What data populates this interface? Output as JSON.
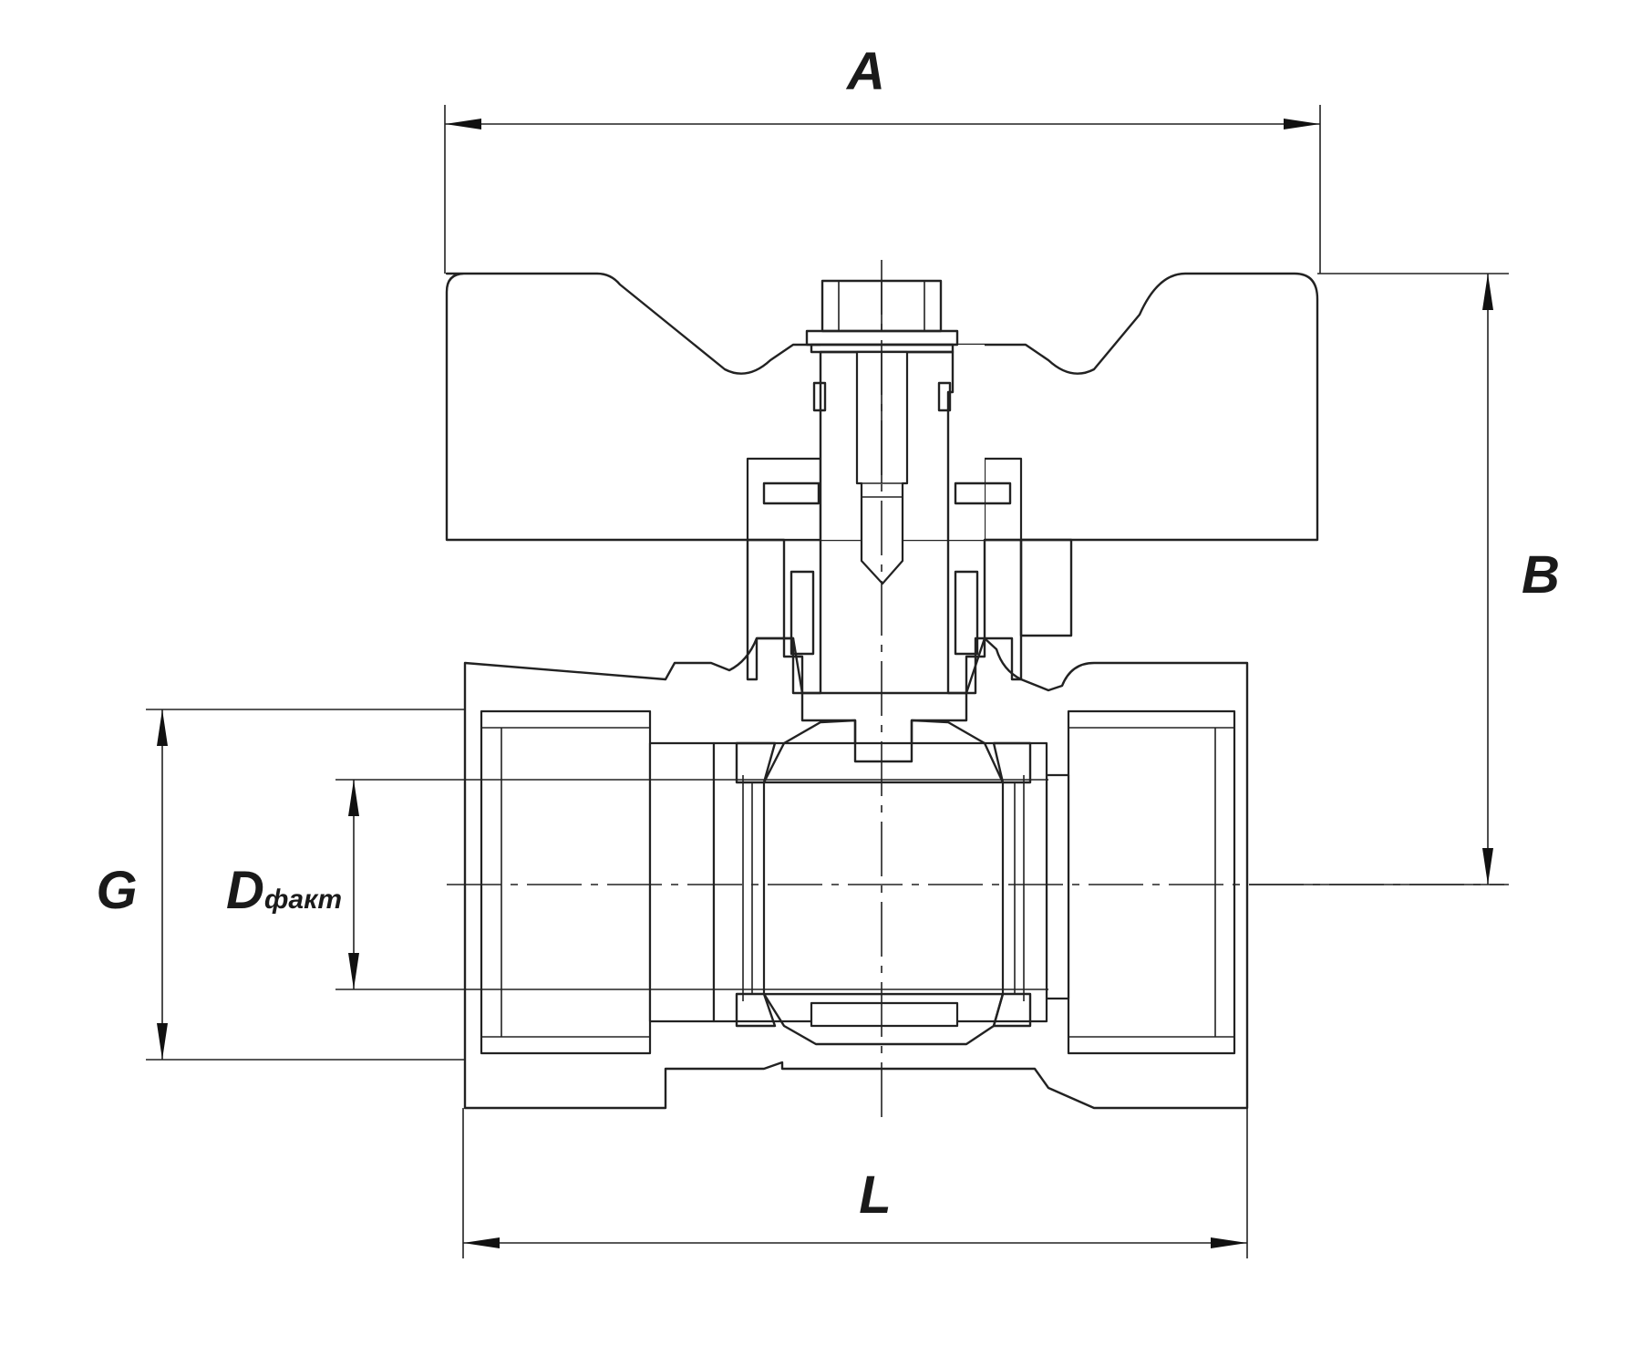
{
  "labels": {
    "A": "A",
    "B": "B",
    "G": "G",
    "D_main": "D",
    "D_sub": "факт",
    "L": "L"
  },
  "colors": {
    "line": "#222222",
    "background": "#ffffff"
  }
}
